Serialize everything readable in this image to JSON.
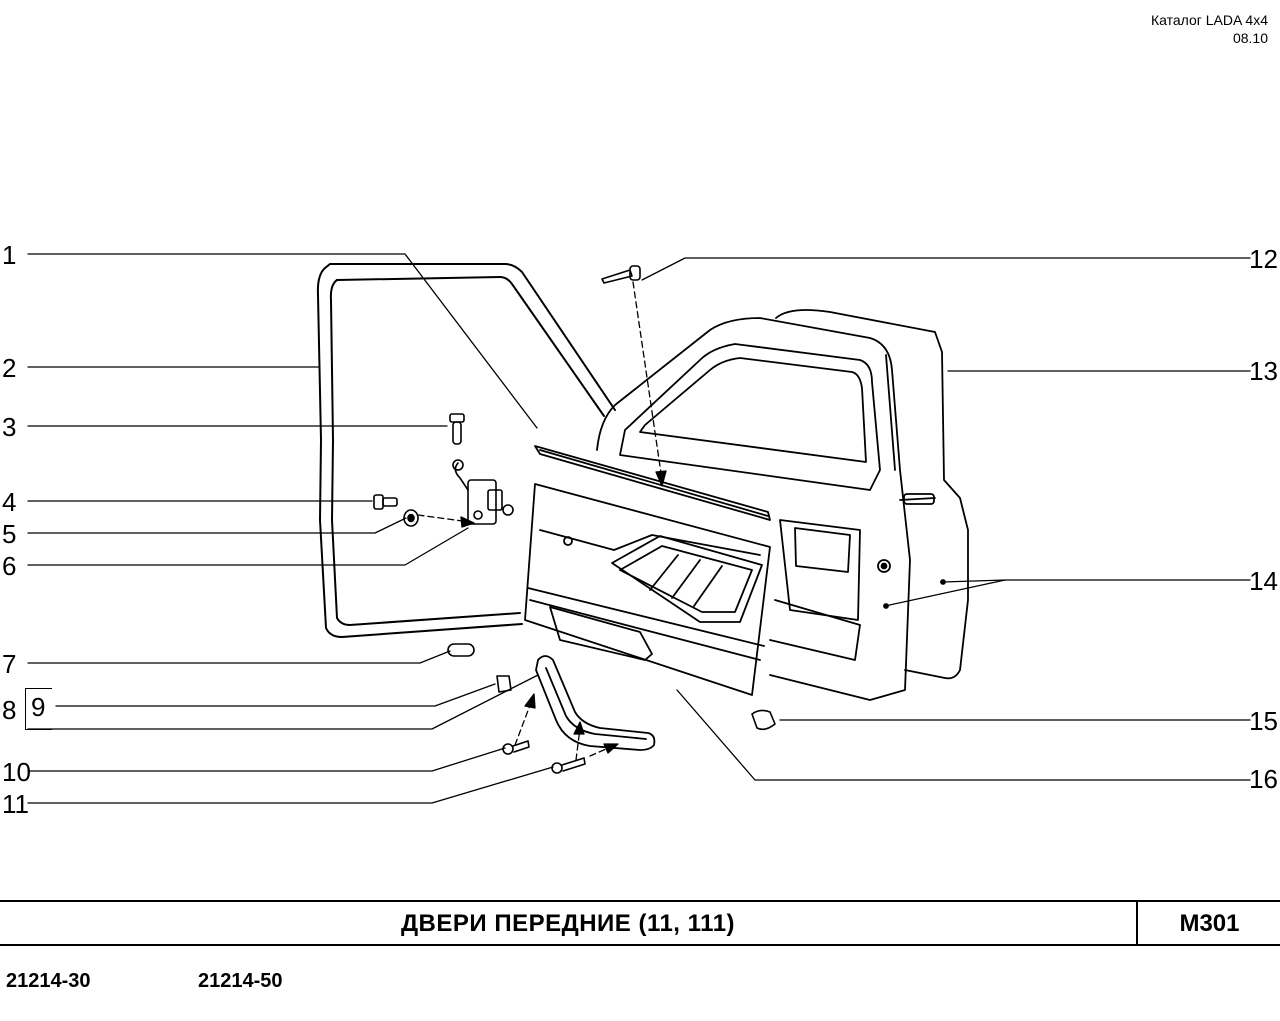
{
  "header": {
    "catalog": "Каталог  LADA  4x4",
    "date": "08.10"
  },
  "callouts": {
    "c1": "1",
    "c2": "2",
    "c3": "3",
    "c4": "4",
    "c5": "5",
    "c6": "6",
    "c7": "7",
    "c8": "8",
    "c9": "9",
    "c10": "10",
    "c11": "11",
    "c12": "12",
    "c13": "13",
    "c14": "14",
    "c15": "15",
    "c16": "16"
  },
  "title_block": {
    "title": "ДВЕРИ  ПЕРЕДНИЕ  (11, 111)",
    "code": "M301"
  },
  "models": [
    "21214-30",
    "21214-50"
  ]
}
